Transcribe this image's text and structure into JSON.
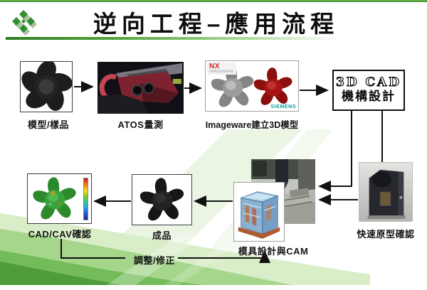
{
  "slide": {
    "title": "逆向工程–應用流程"
  },
  "nodes": {
    "model": {
      "label": "模型/樣品"
    },
    "atos": {
      "label": "ATOS量測"
    },
    "imageware": {
      "label": "Imageware建立3D模型",
      "nx_logo": "NX",
      "nx_sub": "IMAGEWARE",
      "siemens_logo": "SIEMENS"
    },
    "cad": {
      "line1": "3D CAD",
      "line2": "機構設計"
    },
    "rp": {
      "label": "快速原型確認"
    },
    "mold": {
      "label": "模具設計與CAM"
    },
    "product": {
      "label": "成品"
    },
    "cadcav": {
      "label": "CAD/CAV確認"
    },
    "feedback": {
      "label": "調整/修正"
    }
  },
  "colors": {
    "accent_green": "#4f9c3c",
    "title_text": "#0e0e0e",
    "nx_red": "#cc2222",
    "siemens_teal": "#0a9a9a",
    "arrow_black": "#111111",
    "colorbar_stops": [
      "#d01818",
      "#f07818",
      "#f2e018",
      "#78c828",
      "#28c8a0",
      "#28a8e0",
      "#2858d8",
      "#182a88"
    ]
  }
}
